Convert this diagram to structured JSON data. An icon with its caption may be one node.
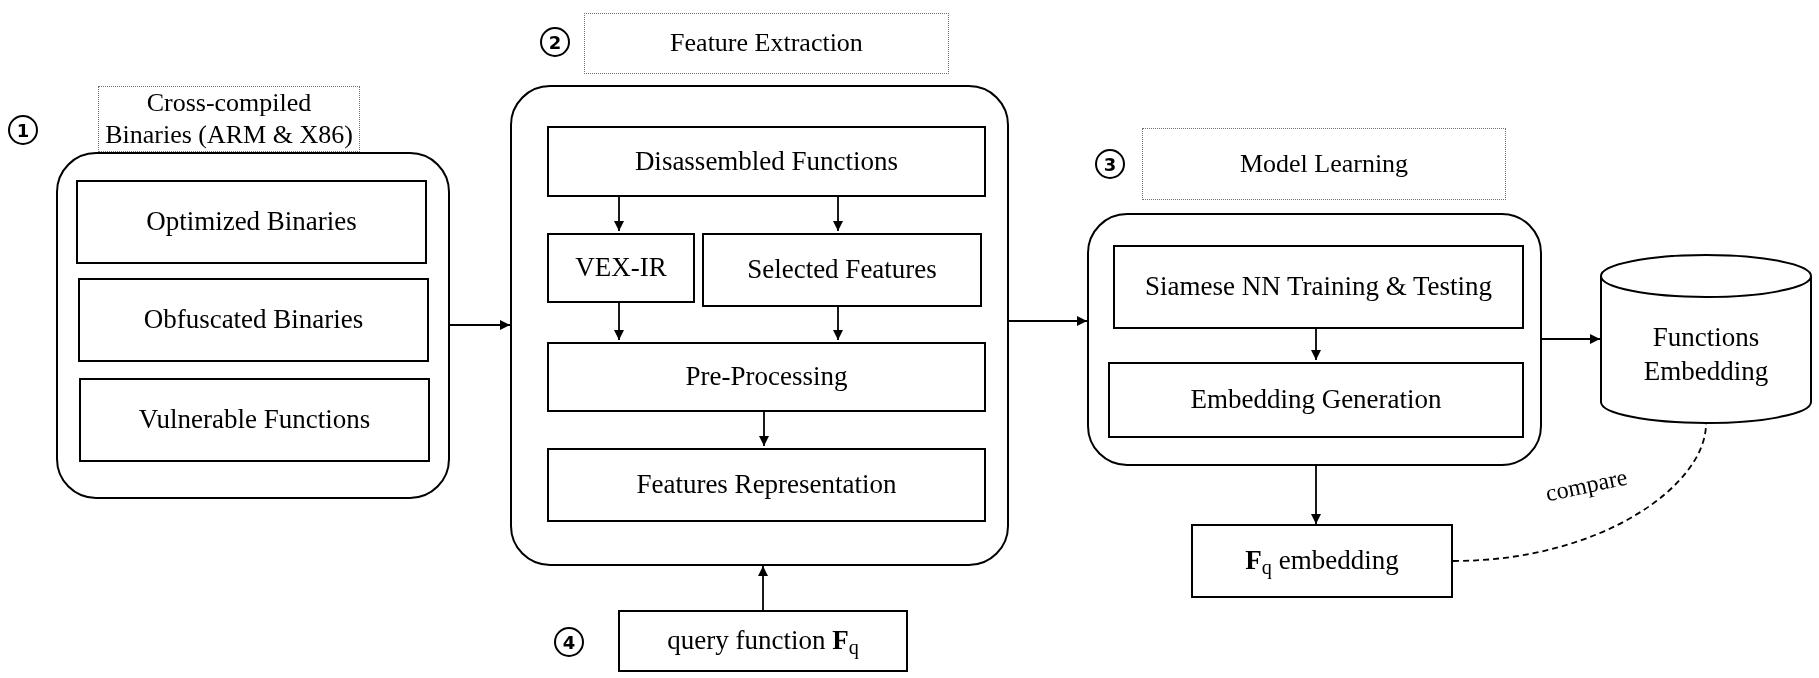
{
  "diagram": {
    "nodes": [
      {
        "text": [
          "Cross-compiled Binaries (ARM & X86)"
        ],
        "beside": [
          "1"
        ]
      },
      {
        "text": [
          "Optimized Binaries"
        ],
        "in": 0
      },
      {
        "text": [
          "Obfuscated Binaries"
        ],
        "in": 0
      },
      {
        "text": [
          "Vulnerable Functions"
        ],
        "in": 0
      },
      {
        "text": [
          "Feature Extraction"
        ],
        "beside": [
          "2"
        ]
      },
      {
        "text": [
          "Disassembled Functions"
        ],
        "in": 4
      },
      {
        "text": [
          "VEX-IR"
        ],
        "in": 4
      },
      {
        "text": [
          "Selected Features"
        ],
        "in": 4
      },
      {
        "text": [
          "Pre-Processing"
        ],
        "in": 4
      },
      {
        "text": [
          "Features Representation"
        ],
        "in": 4
      },
      {
        "text": [
          "query function **F**$_{q}$"
        ],
        "beside": [
          "4"
        ]
      },
      {
        "text": [
          "Model Learning"
        ],
        "beside": [
          "3"
        ]
      },
      {
        "text": [
          "Siamese NN Training & Testing"
        ],
        "in": 11
      },
      {
        "text": [
          "Embedding Generation"
        ],
        "in": 11
      },
      {
        "text": [
          "Functions Embedding"
        ]
      },
      {
        "text": [
          "**F**$_{q}$ embedding"
        ]
      }
    ],
    "edges": [
      {
        "from": 0,
        "to": 4,
        "arrow": "to"
      },
      {
        "from": 5,
        "to": 6,
        "arrow": "to"
      },
      {
        "from": 5,
        "to": 7,
        "arrow": "to"
      },
      {
        "from": 6,
        "to": 8,
        "arrow": "to"
      },
      {
        "from": 7,
        "to": 8,
        "arrow": "to"
      },
      {
        "from": 8,
        "to": 9,
        "arrow": "to"
      },
      {
        "from": 10,
        "to": 4,
        "arrow": "to"
      },
      {
        "from": 4,
        "to": 11,
        "arrow": "to"
      },
      {
        "from": 12,
        "to": 13,
        "arrow": "to"
      },
      {
        "from": 11,
        "to": 14,
        "arrow": "to"
      },
      {
        "from": 11,
        "to": 15,
        "arrow": "to"
      },
      {
        "from": 15,
        "to": 14,
        "arrow": "none",
        "style": "dashed",
        "label": "compare"
      }
    ]
  }
}
